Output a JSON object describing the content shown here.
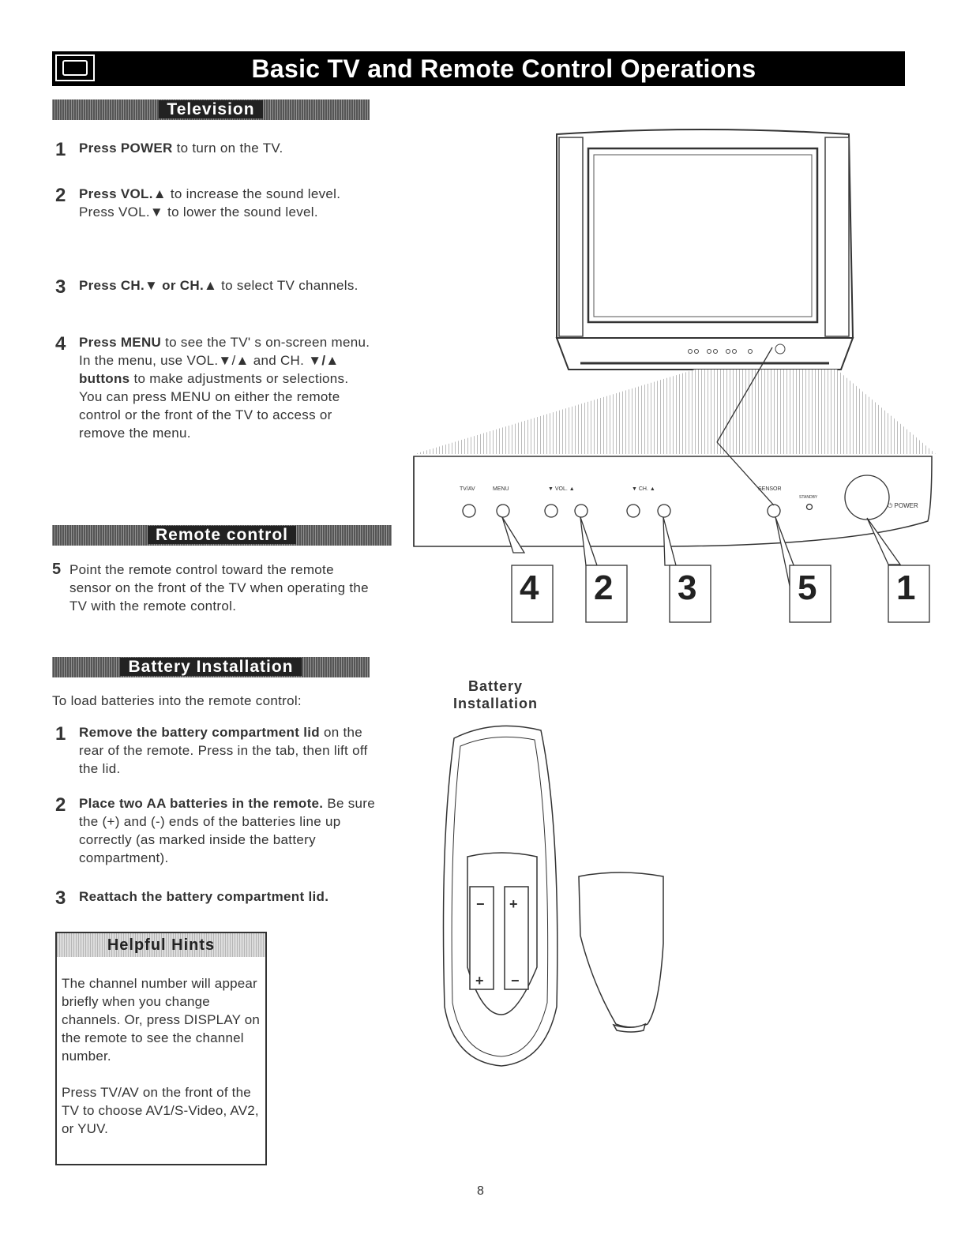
{
  "header": {
    "title": "Basic TV and Remote Control Operations",
    "icon": "tv-icon"
  },
  "television": {
    "heading": "Television",
    "steps": [
      {
        "num": "1",
        "bold": "Press POWER",
        "text": " to turn on the TV."
      },
      {
        "num": "2",
        "bold": "Press VOL.▲",
        "text": " to increase the sound level. Press VOL.▼ to lower the sound level."
      },
      {
        "num": "3",
        "bold": "Press CH.▼ or CH.▲",
        "text": " to select TV channels."
      },
      {
        "num": "4",
        "bold": "Press MENU",
        "text": " to see the TV' s on-screen menu. In the menu, use VOL.▼/▲ and CH. ",
        "bold2": "▼/▲ buttons",
        "text2": " to make adjustments or selections.",
        "extra": "You can press MENU on either the remote control or the front of the TV to access or remove the menu."
      }
    ]
  },
  "remote": {
    "heading": "Remote control",
    "step": {
      "num": "5",
      "text": "Point the remote control toward the remote sensor on the front of the TV when operating the TV with the remote control."
    }
  },
  "battery": {
    "heading": "Battery Installation",
    "intro": "To load batteries into the remote control:",
    "steps": [
      {
        "num": "1",
        "bold": "Remove the battery compartment lid",
        "text": " on the rear of the remote. Press in the tab, then lift off the lid."
      },
      {
        "num": "2",
        "bold": "Place two AA batteries in the remote.",
        "text": " Be sure the (+) and (-) ends of the batteries line up correctly (as marked inside the battery compartment)."
      },
      {
        "num": "3",
        "bold": "Reattach the battery compartment lid.",
        "text": ""
      }
    ],
    "caption_line1": "Battery",
    "caption_line2": "Installation"
  },
  "hints": {
    "heading": "Helpful Hints",
    "para1": "The channel number will appear briefly when you change channels. Or, press DISPLAY on the remote to see the channel number.",
    "para2": "Press TV/AV on the front of the TV to choose AV1/S-Video, AV2, or YUV."
  },
  "panel": {
    "tvav": "TV/AV",
    "menu": "MENU",
    "vol": "▼ VOL. ▲",
    "ch": "▼ CH. ▲",
    "sensor": "SENSOR",
    "standby": "STANDBY",
    "power": "⏻ POWER"
  },
  "callouts": [
    "4",
    "2",
    "3",
    "5",
    "1"
  ],
  "page_number": "8"
}
